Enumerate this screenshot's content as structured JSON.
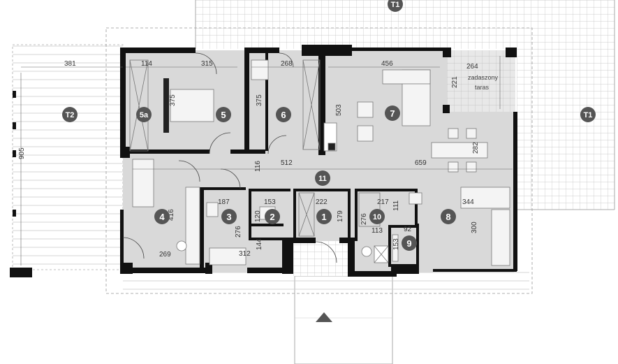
{
  "rooms": [
    {
      "id": "1"
    },
    {
      "id": "2"
    },
    {
      "id": "3"
    },
    {
      "id": "4"
    },
    {
      "id": "5"
    },
    {
      "id": "5a"
    },
    {
      "id": "6"
    },
    {
      "id": "7"
    },
    {
      "id": "8"
    },
    {
      "id": "9"
    },
    {
      "id": "10"
    },
    {
      "id": "11"
    }
  ],
  "terraces": {
    "t1": "T1",
    "t2": "T2"
  },
  "covered_terrace": {
    "line1": "zadaszony",
    "line2": "taras"
  },
  "dimensions": {
    "d381": "381",
    "d114": "114",
    "d315": "315",
    "d268": "268",
    "d456": "456",
    "d264": "264",
    "d221": "221",
    "d375a": "375",
    "d375b": "375",
    "d503": "503",
    "d905": "905",
    "d116": "116",
    "d512": "512",
    "d659": "659",
    "d282": "282",
    "d416": "416",
    "d187": "187",
    "d153": "153",
    "d222": "222",
    "d217": "217",
    "d111": "111",
    "d344": "344",
    "d120": "120",
    "d276a": "276",
    "d276b": "276",
    "d179": "179",
    "d113": "113",
    "d300": "300",
    "d92": "92",
    "d153b": "153",
    "d269": "269",
    "d312": "312",
    "d144": "144"
  },
  "colors": {
    "wall": "#111111",
    "floor": "#d9d9d9",
    "badge": "#555555",
    "grid": "#b5b5b5",
    "dash": "#999999"
  }
}
